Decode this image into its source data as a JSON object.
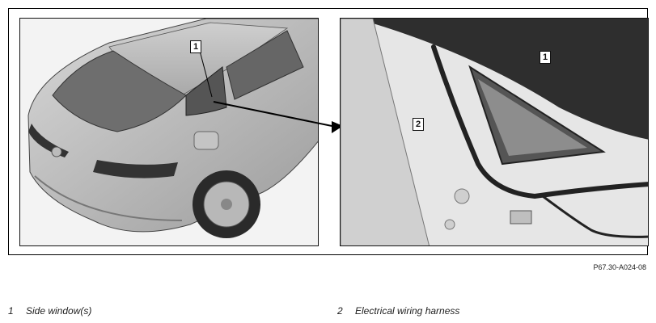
{
  "figure": {
    "code": "P67.30-A024-08",
    "callouts": {
      "left_1": "1",
      "right_1": "1",
      "right_2": "2"
    }
  },
  "legend": [
    {
      "number": "1",
      "label": "Side window(s)"
    },
    {
      "number": "2",
      "label": "Electrical wiring harness"
    }
  ]
}
